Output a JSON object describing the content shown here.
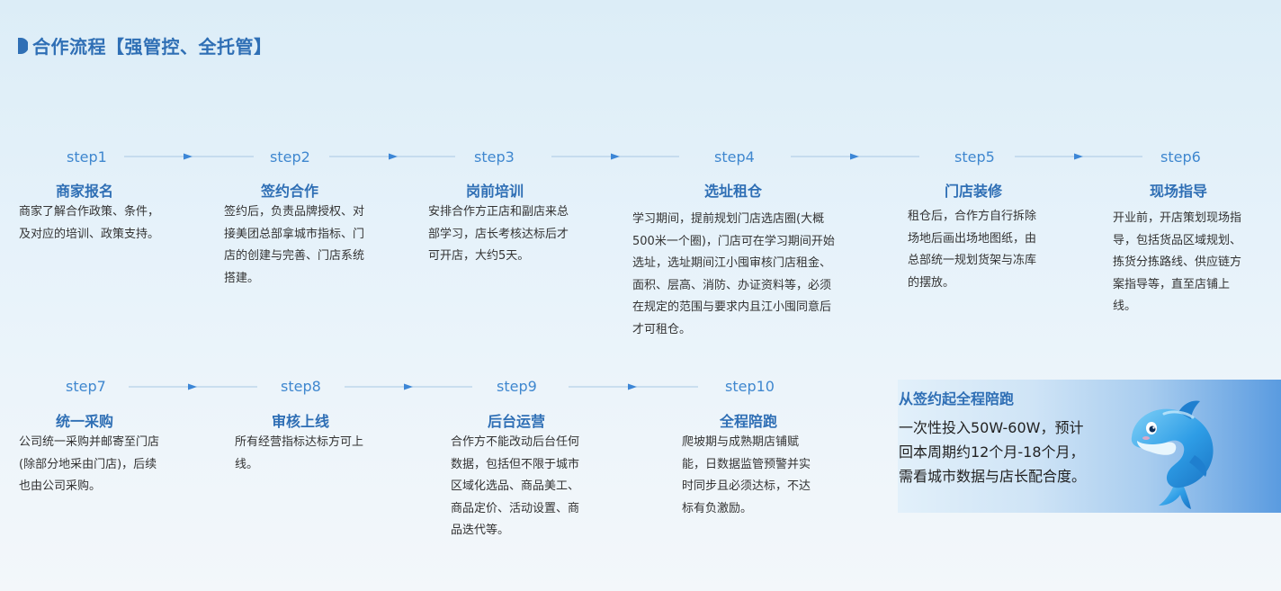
{
  "page": {
    "title": "合作流程【强管控、全托管】"
  },
  "steps": [
    {
      "label": "step1",
      "name": "商家报名",
      "desc": "商家了解合作政策、条件，及对应的培训、政策支持。"
    },
    {
      "label": "step2",
      "name": "签约合作",
      "desc": "签约后，负责品牌授权、对接美团总部拿城市指标、门店的创建与完善、门店系统搭建。"
    },
    {
      "label": "step3",
      "name": "岗前培训",
      "desc": "安排合作方正店和副店来总部学习，店长考核达标后才可开店，大约5天。"
    },
    {
      "label": "step4",
      "name": "选址租仓",
      "desc": "学习期间，提前规划门店选店圈(大概500米一个圈)，门店可在学习期间开始选址，选址期间江小囤审核门店租金、面积、层高、消防、办证资料等，必须在规定的范围与要求内且江小囤同意后才可租仓。"
    },
    {
      "label": "step5",
      "name": "门店装修",
      "desc": "租仓后，合作方自行拆除场地后画出场地图纸，由总部统一规划货架与冻库的摆放。"
    },
    {
      "label": "step6",
      "name": "现场指导",
      "desc": "开业前，开店策划现场指导，包括货品区域规划、拣货分拣路线、供应链方案指导等，直至店铺上线。"
    },
    {
      "label": "step7",
      "name": "统一采购",
      "desc": "公司统一采购并邮寄至门店(除部分地采由门店)，后续也由公司采购。"
    },
    {
      "label": "step8",
      "name": "审核上线",
      "desc": "所有经营指标达标方可上线。"
    },
    {
      "label": "step9",
      "name": "后台运营",
      "desc": "合作方不能改动后台任何数据，包括但不限于城市区域化选品、商品美工、商品定价、活动设置、商品迭代等。"
    },
    {
      "label": "step10",
      "name": "全程陪跑",
      "desc": "爬坡期与成熟期店铺赋能，日数据监管预警并实时同步且必须达标，不达标有负激励。"
    }
  ],
  "promo": {
    "title": "从签约起全程陪跑",
    "text": "一次性投入50W-60W，预计回本周期约12个月-18个月，需看城市数据与店长配合度。"
  },
  "colors": {
    "accent": "#2f6fb5",
    "step_label": "#3f87cf",
    "arrow": "#3c86d6",
    "line": "#a9c8e4"
  },
  "icons": {
    "title_marker": "half-circle-marker",
    "mascot": "dolphin-mascot"
  }
}
